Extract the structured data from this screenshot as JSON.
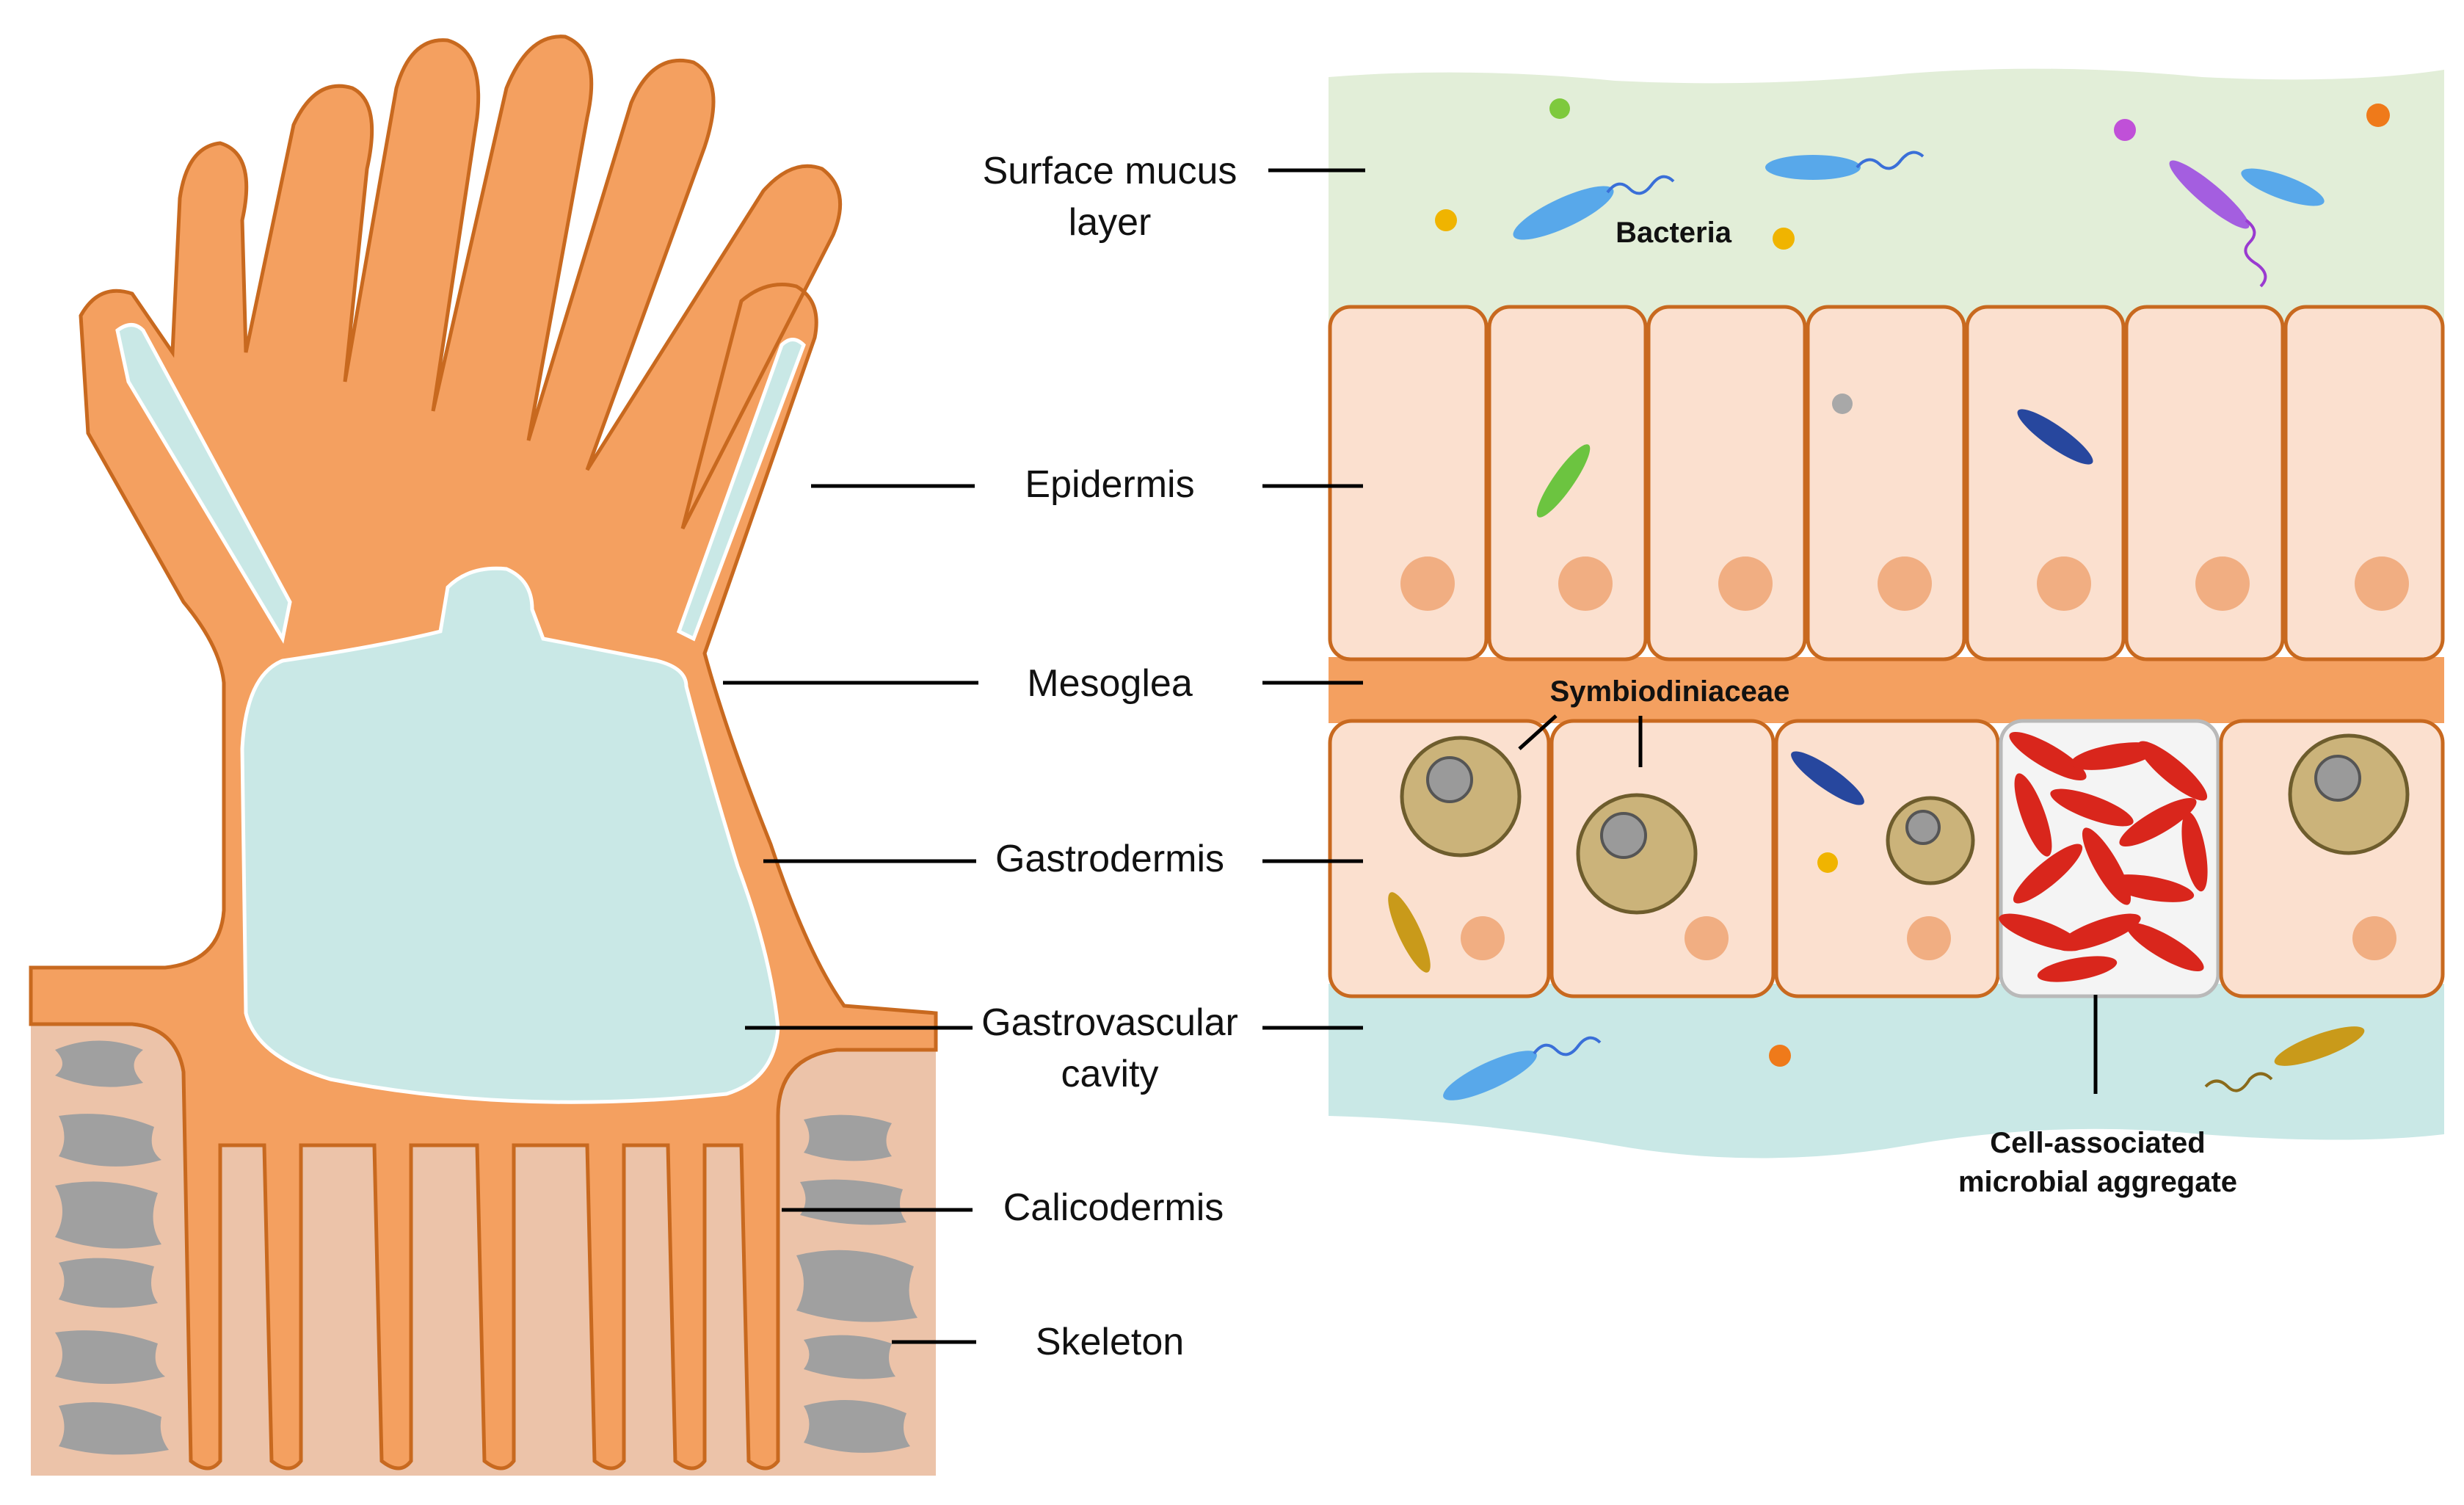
{
  "labels": {
    "surface_mucus": [
      "Surface mucus",
      "layer"
    ],
    "epidermis": "Epidermis",
    "mesoglea": "Mesoglea",
    "gastrodermis": "Gastrodermis",
    "gastrovascular": [
      "Gastrovascular",
      "cavity"
    ],
    "calicodermis": "Calicodermis",
    "skeleton": "Skeleton",
    "bacteria": "Bacteria",
    "symbiodiniaceae": "Symbiodiniaceae",
    "aggregate": [
      "Cell-associated",
      "microbial aggregate"
    ]
  },
  "colors": {
    "tissue": "#f4a060",
    "tissue_outline": "#c8691f",
    "cavity": "#c9e8e6",
    "mucus": "#e2eed8",
    "cell": "#fbe0cf",
    "nucleus": "#f1ae82",
    "skeleton_bg": "#ecc3a9",
    "skeleton_grain": "#9e9e9e",
    "aggregate_bacteria": "#d9261c",
    "symbiont": "#cbb37a"
  }
}
